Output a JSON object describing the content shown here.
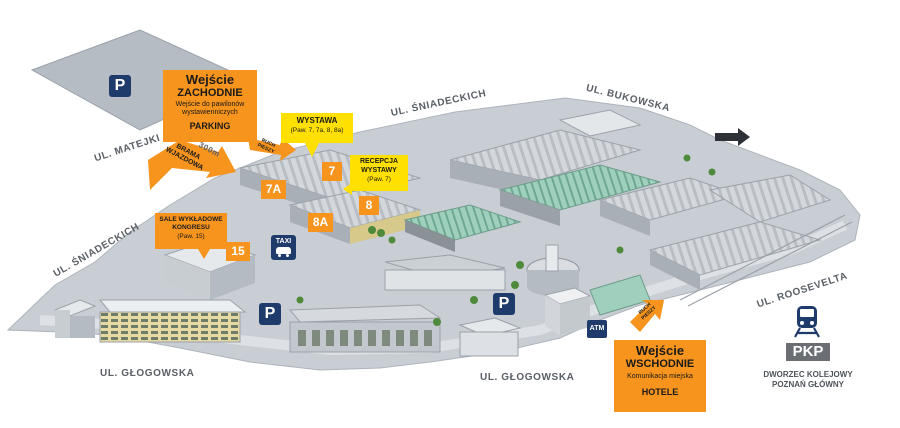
{
  "streets": {
    "sniadeckich_top": "UL. ŚNIADECKICH",
    "sniadeckich_left": "UL. ŚNIADECKICH",
    "bukowska": "UL. BUKOWSKA",
    "matejki": "UL. MATEJKI",
    "glogowska_left": "UL. GŁOGOWSKA",
    "glogowska_mid": "UL. GŁOGOWSKA",
    "roosevelta": "UL. ROOSEVELTA"
  },
  "distance": "300m",
  "entrance_west": {
    "title_1": "Wejście",
    "title_2": "ZACHODNIE",
    "subtitle": "Wejście do pawilonów wystawienniczych",
    "parking": "PARKING"
  },
  "entrance_east": {
    "title_1": "Wejście",
    "title_2": "WSCHODNIE",
    "subtitle": "Komunikacja miejska",
    "hotels": "HOTELE"
  },
  "gate": {
    "line1": "BRAMA",
    "line2": "WJAZDOWA"
  },
  "pedestrian": {
    "line1": "RUCH",
    "line2": "PIESZY"
  },
  "wystawa": {
    "title": "WYSTAWA",
    "detail": "(Paw. 7, 7a, 8, 8a)"
  },
  "recepcja": {
    "line1": "RECEPCJA",
    "line2": "WYSTAWY",
    "detail": "(Paw. 7)"
  },
  "sale": {
    "line1": "SALE WYKŁADOWE",
    "line2": "KONGRESU",
    "detail": "(Paw. 15)"
  },
  "pavilions": {
    "p7a": "7A",
    "p7": "7",
    "p8a": "8A",
    "p8": "8",
    "p15": "15"
  },
  "parking_symbol": "P",
  "taxi": "TAXI",
  "atm": "ATM",
  "pkp": {
    "logo": "PKP",
    "line1": "DWORZEC KOLEJOWY",
    "line2": "POZNAŃ GŁÓWNY"
  },
  "colors": {
    "orange": "#f7941d",
    "yellow": "#ffe000",
    "navy": "#1f3b6b",
    "street_text": "#5a5f66",
    "ground": "#c9ced4",
    "building_roof": "#d9dde1",
    "glass": "#8fc7b4"
  }
}
